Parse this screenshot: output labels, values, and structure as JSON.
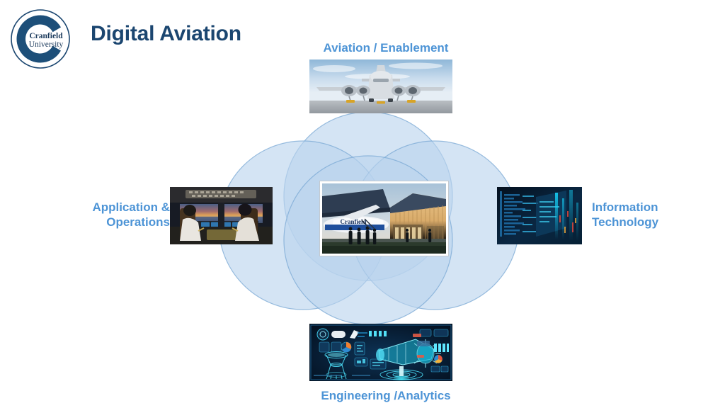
{
  "slide": {
    "title": "Digital Aviation",
    "background_color": "#ffffff",
    "title_color": "#1b4670",
    "label_color": "#4d94d6",
    "venn_fill_color": "#b9d4ee",
    "venn_stroke_color": "#7aa8d4"
  },
  "logo": {
    "name": "cranfield-university-logo",
    "line1": "Cranfield",
    "line2": "University",
    "mark_letter": "C",
    "color": "#1b4670"
  },
  "nodes": {
    "top": {
      "label": "Aviation / Enablement",
      "image_name": "c17-military-transport-aircraft-photo",
      "image_alt": "Large four-engine military transport aircraft viewed head-on on an apron"
    },
    "left": {
      "label_line1": "Application &",
      "label_line2": "Operations",
      "image_name": "airliner-cockpit-pilots-photo",
      "image_alt": "Two pilots seated in an airliner cockpit at sunset"
    },
    "right": {
      "label_line1": "Information",
      "label_line2": "Technology",
      "image_name": "data-code-visualisation-photo",
      "image_alt": "Dark blue abstract screens of code and data streams"
    },
    "bottom": {
      "label": "Engineering /Analytics",
      "image_name": "digital-twin-jet-engine-hologram-photo",
      "image_alt": "Cyan holographic jet engine digital twin with dashboards"
    },
    "center": {
      "image_name": "cranfield-dartec-building-photo",
      "image_alt": "Cranfield DARTeC building at dusk with a Cranfield-liveried aircraft under the canopy",
      "aircraft_livery_text": "Cranfield"
    }
  }
}
